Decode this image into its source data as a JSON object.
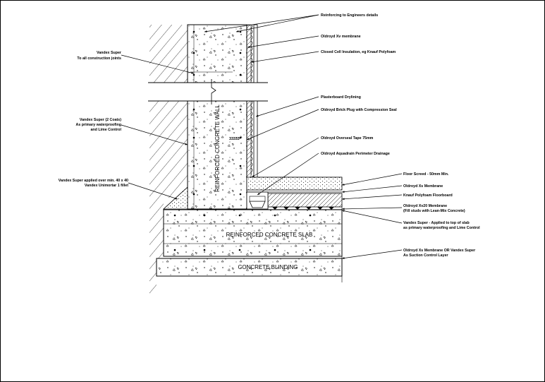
{
  "drawing": {
    "wall_label": "REINFORCED CONCRETE WALL",
    "slab_label": "REINFORCED CONCRETE SLAB",
    "blinding_label": "CONCRETE BLINDING",
    "plug_tag": "33333",
    "callouts_right": [
      "Reinforcing to Engineers details",
      "Oldroyd Xv membrane",
      "Closed Cell Insulation, eg Knauf Polyfoam",
      "Plasterboard Drylining",
      "Oldroyd Brick Plug with Compression Seal",
      "Oldroyd Overseal Tape 75mm",
      "Oldroyd Aquadrain Perimeter Drainage",
      "Floor Screed - 50mm Min.",
      "Oldroyd Xs Membrane",
      "Knauf Polyfoam Floorboard",
      "Oldroyd Xv20 Membrane",
      "(Fill studs with Lean-Mix Concrete)",
      "Vandex Super - Applied to top of slab",
      "as primary waterproofing and Lime Control",
      "Oldroyd Xs Membrane OR Vandex Super",
      "As Suction Control Layer"
    ],
    "callouts_left": [
      "Vandex Super",
      "To all construction joints",
      "Vandex Super (2 Coats)",
      "As primary waterproofing",
      "and Lime Control",
      "Vandex Super applied over min. 40 x 40",
      "Vandex Unimortar 1 fillet"
    ]
  }
}
